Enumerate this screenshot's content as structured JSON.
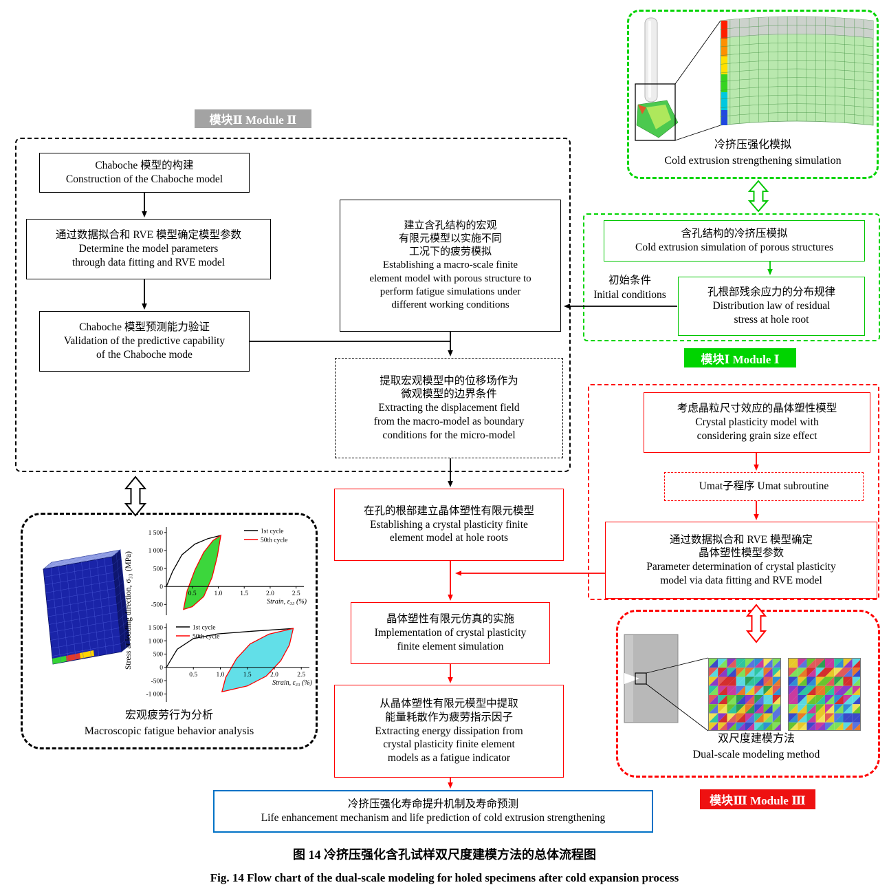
{
  "figure": {
    "caption_zh": "图 14  冷挤压强化含孔试样双尺度建模方法的总体流程图",
    "caption_en": "Fig. 14  Flow chart of the dual-scale modeling for holed specimens after cold expansion process"
  },
  "colors": {
    "module1_green": "#00d400",
    "module2_black": "#000000",
    "module3_red": "#ff0000",
    "life_box_blue": "#0072c6",
    "module2_label_bg": "#a3a3a3",
    "chart1_fill": "#3cd63c",
    "chart2_fill": "#62dfe8"
  },
  "module2": {
    "label": "模块Ⅱ Module Ⅱ",
    "boxes": {
      "chaboche_construction": {
        "lines": [
          "Chaboche 模型的构建",
          "Construction of the Chaboche model"
        ]
      },
      "determine_params": {
        "lines": [
          "通过数据拟合和 RVE 模型确定模型参数",
          "Determine the model parameters",
          "through data fitting and RVE model"
        ]
      },
      "validation": {
        "lines": [
          "Chaboche 模型预测能力验证",
          "Validation of the predictive capability",
          "of the Chaboche mode"
        ]
      },
      "macro_model": {
        "lines": [
          "建立含孔结构的宏观",
          "有限元模型以实施不同",
          "工况下的疲劳模拟",
          "Establishing a macro-scale finite",
          "element model with porous structure to",
          "perform fatigue simulations under",
          "different working conditions"
        ]
      },
      "extract_displacement": {
        "lines": [
          "提取宏观模型中的位移场作为",
          "微观模型的边界条件",
          "Extracting the displacement field",
          "from the macro-model as boundary",
          "conditions for the micro-model"
        ]
      }
    },
    "macro_fatigue_caption": {
      "lines": [
        "宏观疲劳行为分析",
        "Macroscopic fatigue behavior analysis"
      ]
    }
  },
  "module1": {
    "label": "模块Ⅰ Module Ⅰ",
    "sim_caption": {
      "lines": [
        "冷挤压强化模拟",
        "Cold extrusion strengthening simulation"
      ]
    },
    "boxes": {
      "cold_extrusion_sim": {
        "lines": [
          "含孔结构的冷挤压模拟",
          "Cold extrusion simulation of porous structures"
        ]
      },
      "residual_stress": {
        "lines": [
          "孔根部残余应力的分布规律",
          "Distribution law of residual",
          "stress at hole root"
        ]
      }
    },
    "initial_conditions": {
      "lines": [
        "初始条件",
        "Initial conditions"
      ]
    }
  },
  "module3": {
    "label": "模块Ⅲ Module Ⅲ",
    "boxes": {
      "crystal_model": {
        "lines": [
          "考虑晶粒尺寸效应的晶体塑性模型",
          "Crystal plasticity model with",
          "considering grain size effect"
        ]
      },
      "umat": {
        "lines": [
          "Umat子程序 Umat subroutine"
        ]
      },
      "param_determination": {
        "lines": [
          "通过数据拟合和 RVE 模型确定",
          "晶体塑性模型参数",
          "Parameter determination of crystal plasticity",
          "model via data fitting and RVE model"
        ]
      },
      "hole_root_model": {
        "lines": [
          "在孔的根部建立晶体塑性有限元模型",
          "Establishing a crystal plasticity finite",
          "element model at hole roots"
        ]
      },
      "cpfe_implementation": {
        "lines": [
          "晶体塑性有限元仿真的实施",
          "Implementation of crystal plasticity",
          "finite element simulation"
        ]
      },
      "energy_dissipation": {
        "lines": [
          "从晶体塑性有限元模型中提取",
          "能量耗散作为疲劳指示因子",
          "Extracting energy dissipation from",
          "crystal plasticity finite element",
          "models as a fatigue indicator"
        ]
      }
    },
    "dual_scale_caption": {
      "lines": [
        "双尺度建模方法",
        "Dual-scale modeling method"
      ]
    }
  },
  "life_prediction": {
    "lines": [
      "冷挤压强化寿命提升机制及寿命预测",
      "Life enhancement mechanism and life prediction of cold extrusion strengthening"
    ]
  },
  "mosaic_palette": [
    "#d42e2e",
    "#e8792a",
    "#e8c82a",
    "#69c42f",
    "#2fc4a0",
    "#2f8fd4",
    "#3b49c9",
    "#8a3bc9",
    "#c93b9e",
    "#7fe05a",
    "#5ad8e0",
    "#f0e25a",
    "#e05a5a",
    "#5a74e0",
    "#2e9e52"
  ],
  "chart_data": [
    {
      "type": "line",
      "title": "",
      "ylabel": "Stress at loading direction, σ₃₃ (MPa)",
      "xlabel": "Strain, ε₃₃ (%)",
      "xlim": [
        0,
        2.65
      ],
      "ylim": [
        -800,
        1650
      ],
      "xticks": [
        0.5,
        1.0,
        1.5,
        2.0,
        2.5
      ],
      "yticks": [
        1500,
        1000,
        500,
        0,
        -500
      ],
      "ytick_labels": [
        "1 500",
        "1 000",
        "500",
        "0",
        "-500"
      ],
      "legend": [
        {
          "label": "1st cycle",
          "color": "#000000"
        },
        {
          "label": "50th cycle",
          "color": "#ff0000"
        }
      ],
      "legend_pos": "right",
      "fill": "#3cd63c",
      "series": [
        {
          "name": "1st cycle",
          "color": "#000000",
          "closed": false,
          "points": [
            [
              0,
              0
            ],
            [
              0.12,
              420
            ],
            [
              0.3,
              880
            ],
            [
              0.55,
              1180
            ],
            [
              0.8,
              1330
            ],
            [
              1.05,
              1420
            ]
          ]
        },
        {
          "name": "50th cycle",
          "color": "#ff0000",
          "closed": true,
          "points": [
            [
              0.33,
              -640
            ],
            [
              0.4,
              -120
            ],
            [
              0.55,
              460
            ],
            [
              0.72,
              950
            ],
            [
              0.9,
              1280
            ],
            [
              1.05,
              1420
            ],
            [
              0.98,
              830
            ],
            [
              0.88,
              250
            ],
            [
              0.72,
              -280
            ],
            [
              0.5,
              -560
            ],
            [
              0.33,
              -640
            ]
          ]
        }
      ]
    },
    {
      "type": "line",
      "title": "",
      "ylabel": "",
      "xlabel": "Strain, ε₃₃ (%)",
      "xlim": [
        0,
        2.65
      ],
      "ylim": [
        -1300,
        1650
      ],
      "xticks": [
        0.5,
        1.0,
        1.5,
        2.0,
        2.5
      ],
      "yticks": [
        1500,
        1000,
        500,
        0,
        -500,
        -1000
      ],
      "ytick_labels": [
        "1 500",
        "1 000",
        "500",
        "0",
        "-500",
        "-1 000"
      ],
      "legend": [
        {
          "label": "1st cycle",
          "color": "#000000"
        },
        {
          "label": "50th cycle",
          "color": "#ff0000"
        }
      ],
      "legend_pos": "left",
      "fill": "#62dfe8",
      "series": [
        {
          "name": "1st cycle",
          "color": "#000000",
          "closed": false,
          "points": [
            [
              0,
              0
            ],
            [
              0.2,
              680
            ],
            [
              0.5,
              1080
            ],
            [
              0.95,
              1260
            ],
            [
              1.6,
              1360
            ],
            [
              2.35,
              1460
            ]
          ]
        },
        {
          "name": "50th cycle",
          "color": "#ff0000",
          "closed": true,
          "points": [
            [
              1.03,
              -920
            ],
            [
              1.1,
              -380
            ],
            [
              1.3,
              330
            ],
            [
              1.55,
              880
            ],
            [
              1.9,
              1250
            ],
            [
              2.35,
              1460
            ],
            [
              2.28,
              850
            ],
            [
              2.12,
              250
            ],
            [
              1.85,
              -330
            ],
            [
              1.5,
              -700
            ],
            [
              1.03,
              -920
            ]
          ]
        }
      ]
    }
  ]
}
